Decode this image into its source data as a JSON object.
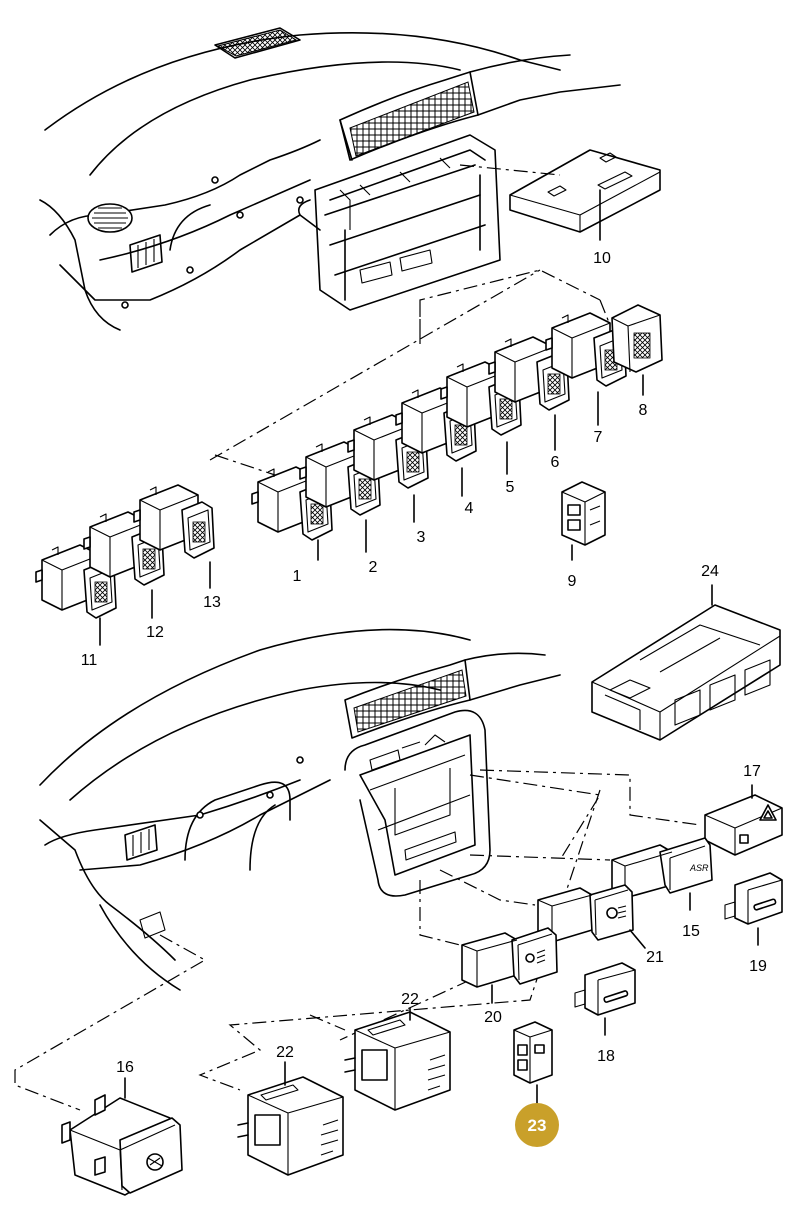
{
  "labels": {
    "p1": "1",
    "p2": "2",
    "p3": "3",
    "p4": "4",
    "p5": "5",
    "p6": "6",
    "p7": "7",
    "p8": "8",
    "p9": "9",
    "p10": "10",
    "p11": "11",
    "p12": "12",
    "p13": "13",
    "p15": "15",
    "p16": "16",
    "p17": "17",
    "p18": "18",
    "p19": "19",
    "p20": "20",
    "p21": "21",
    "p22a": "22",
    "p22b": "22",
    "p24": "24"
  },
  "highlight": {
    "label": "23",
    "color": "#c9a02a"
  },
  "switch_text": {
    "asr": "ASR"
  }
}
